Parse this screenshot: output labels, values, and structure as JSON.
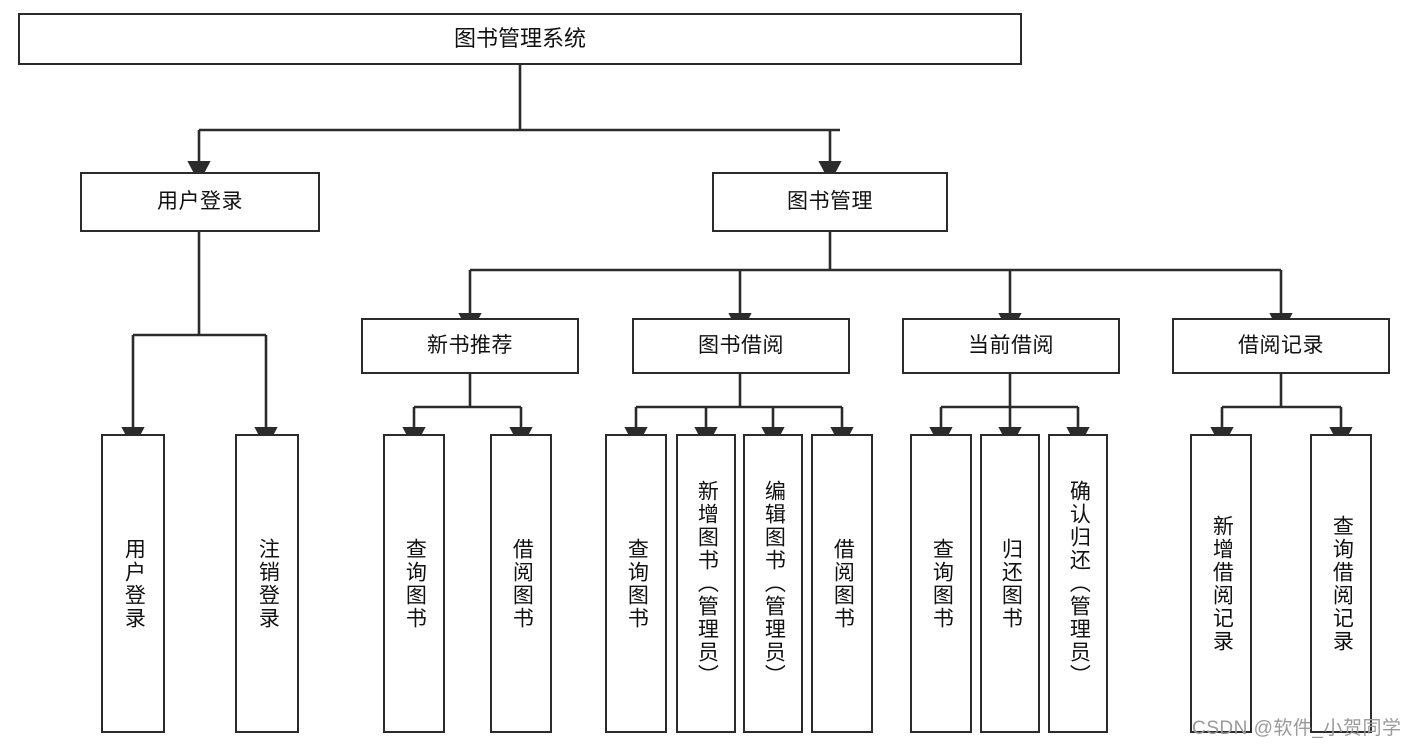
{
  "diagram": {
    "title": "图书管理系统",
    "type": "tree-hierarchy",
    "root": {
      "label": "图书管理系统"
    },
    "level2": [
      {
        "id": "user-login",
        "label": "用户登录"
      },
      {
        "id": "book-manage",
        "label": "图书管理"
      }
    ],
    "level3": [
      {
        "id": "new-book-recommend",
        "label": "新书推荐",
        "parent": "book-manage"
      },
      {
        "id": "book-borrow",
        "label": "图书借阅",
        "parent": "book-manage"
      },
      {
        "id": "current-borrow",
        "label": "当前借阅",
        "parent": "book-manage"
      },
      {
        "id": "borrow-record",
        "label": "借阅记录",
        "parent": "book-manage"
      }
    ],
    "leaves": [
      {
        "id": "leaf-user-login",
        "label": "用户登录",
        "parent": "user-login"
      },
      {
        "id": "leaf-logout-login",
        "label": "注销登录",
        "parent": "user-login"
      },
      {
        "id": "leaf-query-book-1",
        "label": "查询图书",
        "parent": "new-book-recommend"
      },
      {
        "id": "leaf-borrow-book-1",
        "label": "借阅图书",
        "parent": "new-book-recommend"
      },
      {
        "id": "leaf-query-book-2",
        "label": "查询图书",
        "parent": "book-borrow"
      },
      {
        "id": "leaf-add-book",
        "label": "新增图书（管理员）",
        "parent": "book-borrow"
      },
      {
        "id": "leaf-edit-book",
        "label": "编辑图书（管理员）",
        "parent": "book-borrow"
      },
      {
        "id": "leaf-borrow-book-2",
        "label": "借阅图书",
        "parent": "book-borrow"
      },
      {
        "id": "leaf-query-book-3",
        "label": "查询图书",
        "parent": "current-borrow"
      },
      {
        "id": "leaf-return-book",
        "label": "归还图书",
        "parent": "current-borrow"
      },
      {
        "id": "leaf-confirm-return",
        "label": "确认归还（管理员）",
        "parent": "current-borrow"
      },
      {
        "id": "leaf-add-record",
        "label": "新增借阅记录",
        "parent": "borrow-record"
      },
      {
        "id": "leaf-query-record",
        "label": "查询借阅记录",
        "parent": "borrow-record"
      }
    ]
  },
  "watermark": {
    "text": "CSDN @软件_小贺同学"
  },
  "colors": {
    "stroke": "#2b2b2b",
    "fill": "#ffffff",
    "text": "#111111",
    "watermark": "#9a9a9a"
  }
}
